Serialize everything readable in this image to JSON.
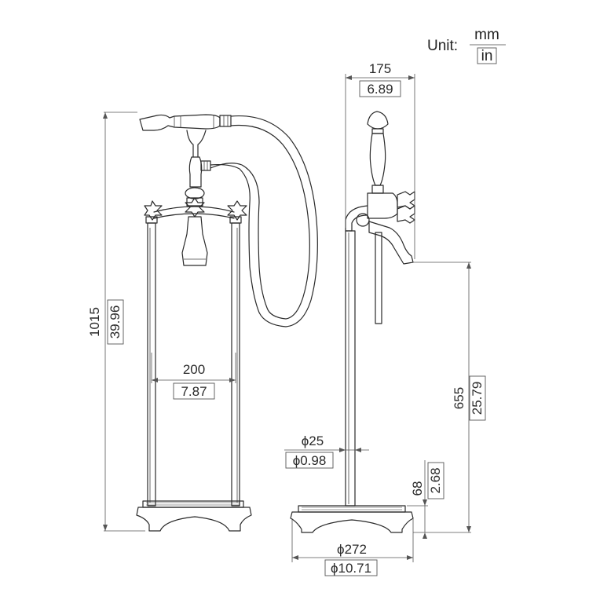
{
  "unit": {
    "label": "Unit:",
    "primary": "mm",
    "secondary": "in"
  },
  "dimensions": {
    "total_height": {
      "mm": "1015",
      "in": "39.96"
    },
    "pillar_spacing": {
      "mm": "200",
      "in": "7.87"
    },
    "depth": {
      "mm": "175",
      "in": "6.89"
    },
    "spout_height": {
      "mm": "655",
      "in": "25.79"
    },
    "pipe_diameter": {
      "mm": "ϕ25",
      "in": "ϕ0.98"
    },
    "base_height": {
      "mm": "68",
      "in": "2.68"
    },
    "base_diameter": {
      "mm": "ϕ272",
      "in": "ϕ10.71"
    }
  }
}
